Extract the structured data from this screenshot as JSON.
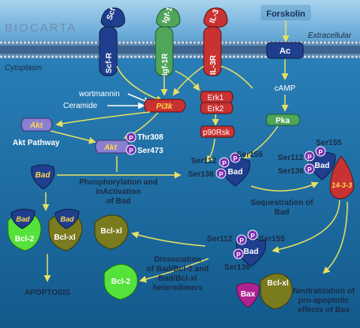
{
  "logo": "BIOCARTA",
  "region_labels": {
    "extracellular": "Extracellular",
    "cytoplasm": "Cytoplasm"
  },
  "ligands": {
    "scf": "Scf",
    "igf1": "Igf-1",
    "il3": "IL-3",
    "forskolin": "Forskolin"
  },
  "receptors": {
    "scfr": "Scf-R",
    "igf1r": "Igf-1R",
    "il3r": "IL-3R",
    "ac": "Ac"
  },
  "molecules": {
    "wortmannin": "wortmannin",
    "ceramide": "Ceramide",
    "pi3k": "Pi3k",
    "erk1": "Erk1",
    "erk2": "Erk2",
    "p90rsk": "p90Rsk",
    "camp": "cAMP",
    "pka": "Pka",
    "akt": "Akt",
    "akt_active": "Akt",
    "bad": "Bad",
    "bad_center": "Bad",
    "bad_right": "Bad",
    "bad_lower": "Bad",
    "protein_1433": "14-3-3",
    "bcl2": "Bcl-2",
    "bclxl": "Bcl-xl",
    "bad_on_bcl2": "Bad",
    "bad_on_bclxl": "Bad",
    "bclxl_free": "Bcl-xl",
    "bcl2_free": "Bcl-2",
    "bax": "Bax",
    "bclxl_bax": "Bcl-xl"
  },
  "phospho": {
    "thr308": "Thr308",
    "ser473": "Ser473",
    "c_ser112": "Ser112",
    "c_ser155": "Ser155",
    "c_ser136": "Ser136",
    "r_ser155": "Ser155",
    "r_ser112": "Ser112",
    "r_ser136": "Ser136",
    "l_ser112": "Ser112",
    "l_ser155": "Ser155",
    "l_ser136": "Ser136",
    "p": "P"
  },
  "captions": {
    "akt_pathway": "Akt Pathway",
    "phos_line1": "Phosphorylation and",
    "phos_line2": "inActivation",
    "phos_line3": "of Bad",
    "seq_line1": "Sequestration of",
    "seq_line2": "Bad",
    "apoptosis": "APOPTOSIS",
    "dissoc_line1": "Dissociation",
    "dissoc_line2": "of Bad/Bcl-2 and",
    "dissoc_line3": "Bad/Bcl-xl",
    "dissoc_line4": "heterodimers",
    "neut_line1": "Neutralization of",
    "neut_line2": "pro-apoptotic",
    "neut_line3": "effects of Bax"
  },
  "colors": {
    "background": "#1c6ea6",
    "membrane": "#6a8fb4",
    "arrow": "#e8e060",
    "navy_protein": "#1f3f8e",
    "purple_protein": "#8a7fd0",
    "red_protein": "#c93232",
    "green_protein": "#4fa55a",
    "phospho_badge": "#7a2fb0",
    "olive_protein": "#7a7a1e",
    "lime_protein": "#55e23a",
    "magenta_protein": "#b02290"
  }
}
